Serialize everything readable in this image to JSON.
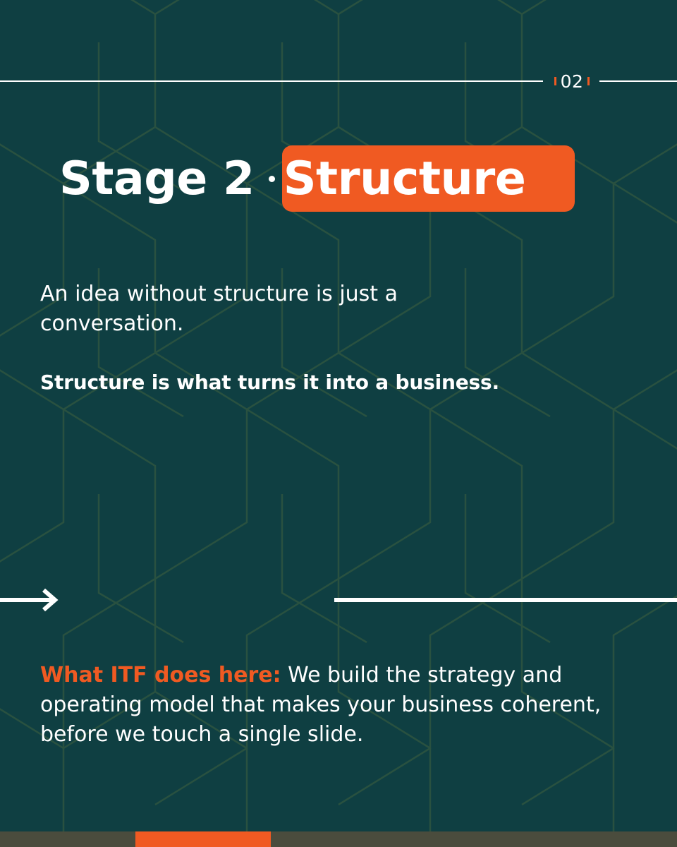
{
  "header": {
    "page_number": "02"
  },
  "title": {
    "lead": "Stage 2",
    "highlight": "Structure"
  },
  "intro": {
    "text": "An idea without structure is just a conversation."
  },
  "emphasis": {
    "text": "Structure is what turns it into a business."
  },
  "body": {
    "lead_in": "What ITF does here:",
    "text": " We build the strategy and operating model that makes your business coherent, before we touch a single slide."
  },
  "progress": {
    "current_segment": 2,
    "total_segments": 5
  },
  "colors": {
    "background": "#0f3f42",
    "accent": "#f05a22",
    "text": "#ffffff",
    "pattern": "#2c5340"
  },
  "icons": {
    "divider_arrow": "arrow-right-icon"
  }
}
